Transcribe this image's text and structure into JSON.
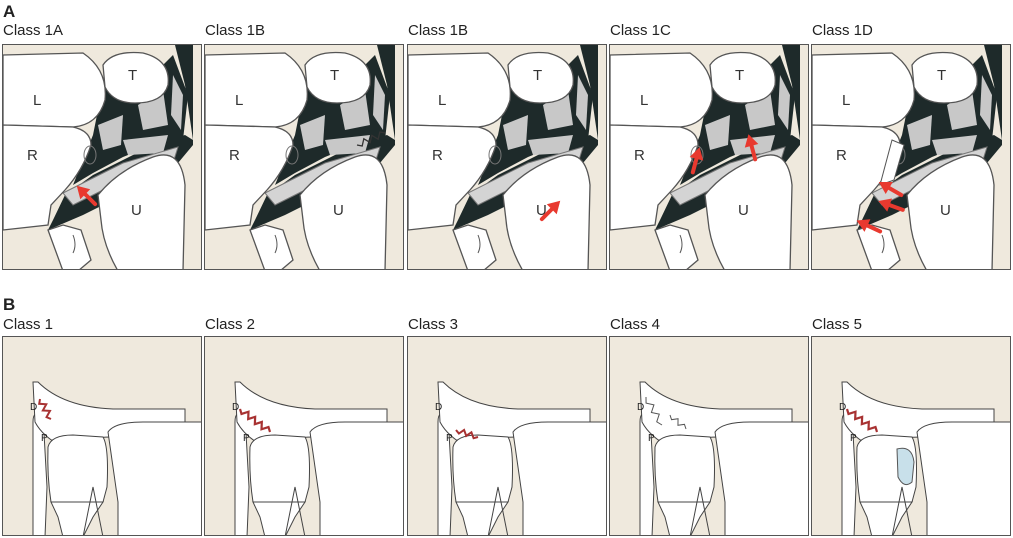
{
  "section_a": "A",
  "section_b": "B",
  "row_a": [
    {
      "title": "Class 1A",
      "arrows": [
        [
          78,
          145,
          -135
        ]
      ],
      "zigzag": false,
      "gap": false
    },
    {
      "title": "Class 1B",
      "arrows": [],
      "zigzag": true,
      "gap": false
    },
    {
      "title": "Class 1B",
      "arrows": [
        [
          148,
          160,
          -45
        ]
      ],
      "zigzag": false,
      "gap": false
    },
    {
      "title": "Class 1C",
      "arrows": [
        [
          88,
          108,
          -75
        ],
        [
          140,
          95,
          -105
        ]
      ],
      "zigzag": false,
      "gap": false
    },
    {
      "title": "Class 1D",
      "arrows": [
        [
          72,
          140,
          -150
        ],
        [
          72,
          158,
          -160
        ],
        [
          50,
          178,
          -155
        ]
      ],
      "zigzag": false,
      "gap": true
    }
  ],
  "row_a_labels": {
    "L": "L",
    "T": "T",
    "R": "R",
    "U": "U"
  },
  "row_b": [
    {
      "title": "Class 1",
      "tear": "distal",
      "cyst": false
    },
    {
      "title": "Class 2",
      "tear": "both",
      "cyst": false
    },
    {
      "title": "Class 3",
      "tear": "proximal",
      "cyst": false
    },
    {
      "title": "Class 4",
      "tear": "separated",
      "cyst": false
    },
    {
      "title": "Class 5",
      "tear": "both",
      "cyst": true
    }
  ],
  "row_b_labels": {
    "D": "D",
    "P": "P"
  },
  "colors": {
    "ligament": "#1e2a2a",
    "bone": "#ffffff",
    "soft": "#efe9dd",
    "grey": "#c8c8c8",
    "arrow": "#e8392f",
    "tear": "#a83232",
    "cyst": "#c8e0ea"
  }
}
